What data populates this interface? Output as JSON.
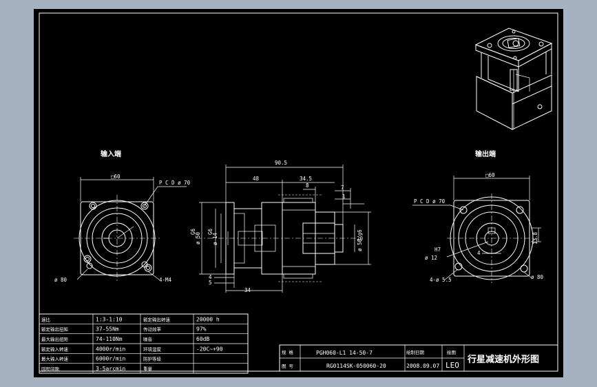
{
  "labels": {
    "input_end": "输入端",
    "output_end": "输出端"
  },
  "dims": {
    "sq_in": "□60",
    "pcd_in": "P C D ø 70",
    "dia_in": "ø 80",
    "holes_in": "4-M4",
    "overall": "90.5",
    "d48": "48",
    "d345": "34.5",
    "d8": "8",
    "d7": "7",
    "d1": "1",
    "g6a": "G6",
    "g6b": "G6",
    "d50": "ø 50",
    "d14": "ø 14",
    "d20": "20",
    "d50g6": "ø 50 g6",
    "d4": "4",
    "d5": "5",
    "d34": "34",
    "sq_out": "□60",
    "pcd_out": "P C D ø 70",
    "h7": "H7",
    "d12": "ø 12",
    "d38": "13.8",
    "d4b": "4",
    "holes_out": "4-ø 5.5",
    "dia_out": "ø 80"
  },
  "spec": [
    [
      "速比",
      "1:3-1:10",
      "额定输出转速",
      "20000 h"
    ],
    [
      "额定输出扭矩",
      "37-55Nm",
      "传动效率",
      "97%"
    ],
    [
      "最大输出扭矩",
      "74-110Nm",
      "噪音",
      "60dB"
    ],
    [
      "额定输入转速",
      "4000r/min",
      "环境温度",
      "-20C~+90"
    ],
    [
      "最大输入转速",
      "6000r/min",
      "防护等级",
      ""
    ],
    [
      "回程间隙",
      "3-5arcmin",
      "重量",
      ""
    ]
  ],
  "title_block": {
    "r1_label": "规 格",
    "r1_value": "PGH060-L1 14-50-7",
    "r1_mid": "绘制日期",
    "r1_right": "绘图",
    "r2_label": "图 号",
    "r2_value": "RG0114SK-050060-20",
    "r2_mid": "2008.09.07",
    "r2_right": "LEO",
    "title": "行星减速机外形图"
  }
}
